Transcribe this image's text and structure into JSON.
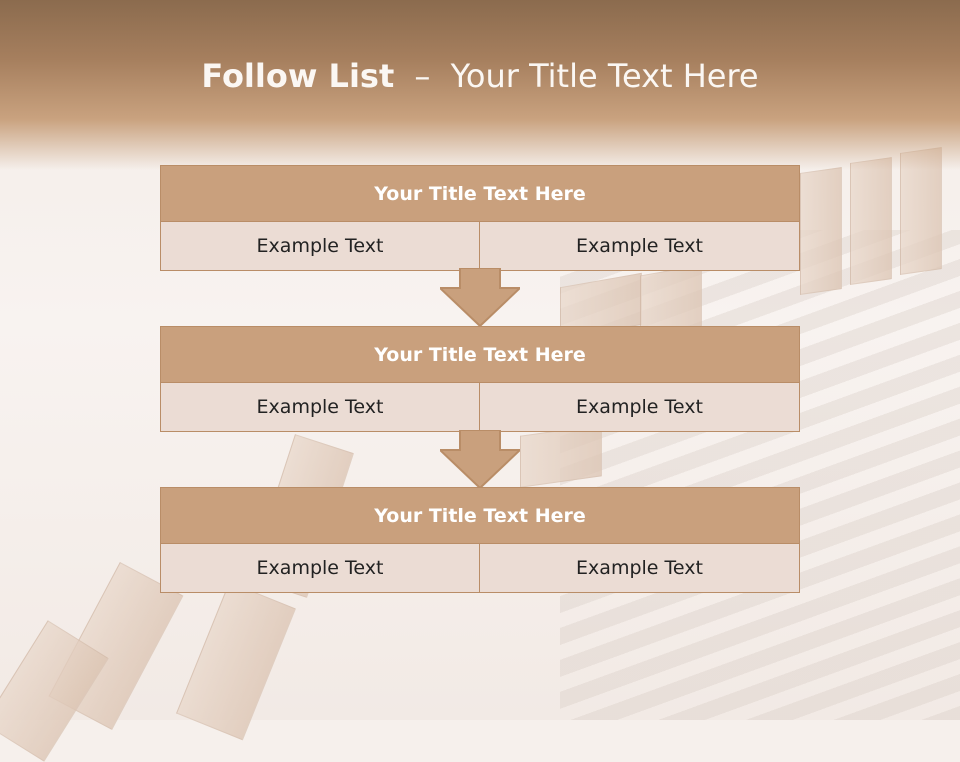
{
  "slide": {
    "title_bold": "Follow List",
    "title_separator": "–",
    "title_rest": "Your Title Text Here"
  },
  "steps": [
    {
      "title": "Your Title Text Here",
      "left_text": "Example Text",
      "right_text": "Example Text"
    },
    {
      "title": "Your Title Text Here",
      "left_text": "Example Text",
      "right_text": "Example Text"
    },
    {
      "title": "Your Title Text Here",
      "left_text": "Example Text",
      "right_text": "Example Text"
    }
  ],
  "colors": {
    "header": "#a67f5e",
    "block_title_fill": "#c9a07d",
    "block_cell_fill": "#ebdcd4",
    "border": "#b98d67",
    "arrow_fill": "#c9a07d"
  }
}
